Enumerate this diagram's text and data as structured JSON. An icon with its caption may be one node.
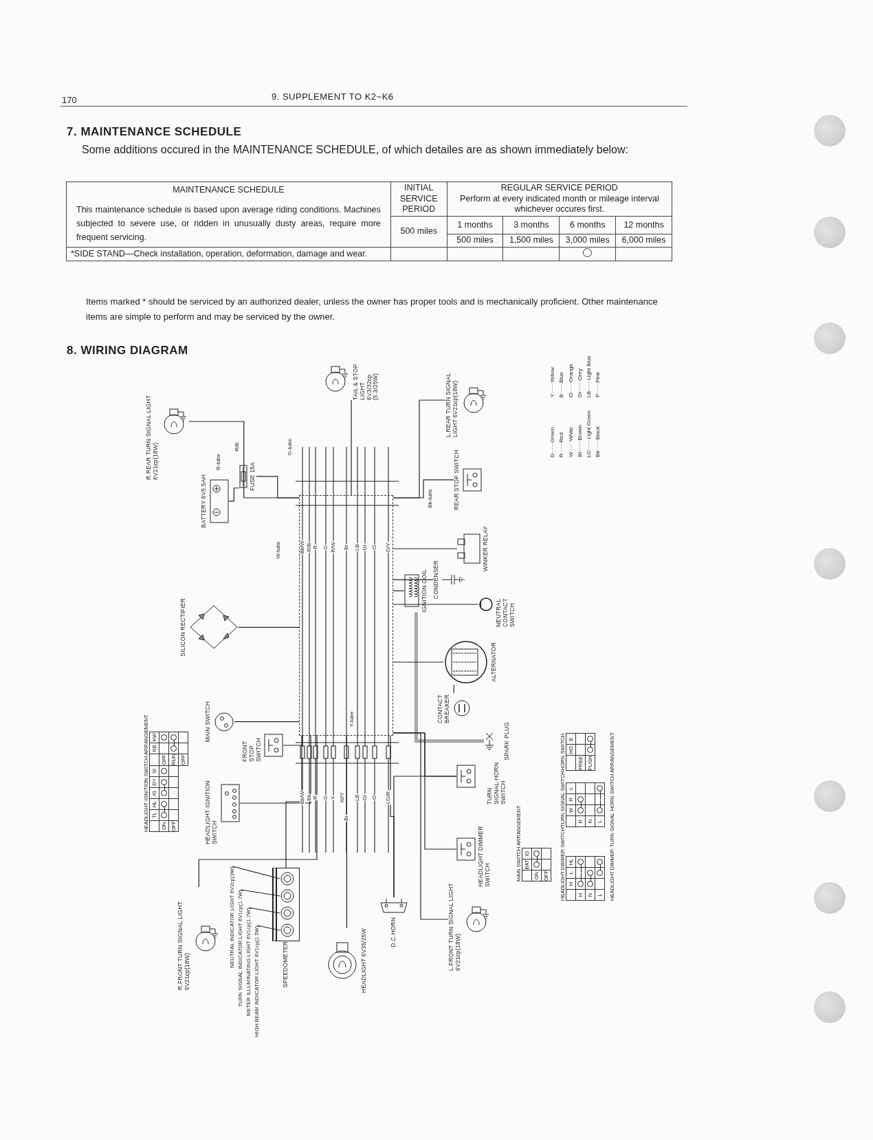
{
  "diagram": {
    "nodes": [
      {
        "text": [
          "R.REAR TURN SIGNAL LIGHT 6V21cp(18W)"
        ]
      },
      {
        "text": [
          "TAIL & STOP LIGHT 6V3/32cp (5.3/25W)"
        ]
      },
      {
        "text": [
          "L.REAR TURN SIGNAL LIGHT 6V21cp(18W)"
        ]
      },
      {
        "text": [
          "BATTERY 6V5.5AH"
        ]
      },
      {
        "text": [
          "FUSE 15A"
        ]
      },
      {
        "text": [
          "REAR STOP SWITCH"
        ]
      },
      {
        "text": [
          "WINKER RELAY"
        ]
      },
      {
        "text": [
          "CONDENSER"
        ]
      },
      {
        "text": [
          "IGNITION COIL"
        ]
      },
      {
        "text": [
          "NEUTRAL CONTACT SWITCH"
        ]
      },
      {
        "text": [
          "SILICON RECTIFIER"
        ]
      },
      {
        "text": [
          "ALTERNATOR"
        ]
      },
      {
        "text": [
          "CONTACT BREAKER"
        ]
      },
      {
        "text": [
          "SPARK PLUG"
        ]
      },
      {
        "text": [
          "MAIN SWITCH"
        ]
      },
      {
        "text": [
          "FRONT STOP SWITCH"
        ]
      },
      {
        "text": [
          "HEADLIGHT·IGNITION SWITCH"
        ]
      },
      {
        "text": [
          "TURN SIGNAL·HORN SWITCH"
        ]
      },
      {
        "text": [
          "HEADLIGHT DIMMER SWITCH"
        ]
      },
      {
        "text": [
          "R.FRONT TURN SIGNAL LIGHT 6V21cp(18W)"
        ]
      },
      {
        "text": [
          "SPEEDOMETER"
        ]
      },
      {
        "text": [],
        "shape": "circle",
        "in": 20
      },
      {
        "text": [],
        "shape": "circle",
        "in": 20
      },
      {
        "text": [],
        "shape": "circle",
        "in": 20
      },
      {
        "text": [],
        "shape": "circle",
        "in": 20
      },
      {
        "text": [
          "NEUTRAL INDICATOR LIGHT 6V2cp(3W)"
        ]
      },
      {
        "text": [
          "TURN SIGNAL INDICATOR LIGHT 6V1cp(1.7W)"
        ]
      },
      {
        "text": [
          "METER ILLUMINATING LIGHT 6V1cp(1.7W)"
        ]
      },
      {
        "text": [
          "HIGH BEAM INDICATOR LIGHT 6V1cp(1.5W)"
        ]
      },
      {
        "text": [
          "D.C.HORN"
        ]
      },
      {
        "text": [
          "HEADLIGHT 6V35/25W"
        ]
      },
      {
        "text": [
          "L.FRONT TURN SIGNAL LIGHT 6V21cp(18W)"
        ]
      },
      {
        "text": [],
        "shape": "bar"
      }
    ],
    "edges": [
      {
        "from": 0,
        "to": 32,
        "arrow": "none"
      },
      {
        "from": 1,
        "to": 32,
        "arrow": "none"
      },
      {
        "from": 2,
        "to": 32,
        "arrow": "none"
      },
      {
        "from": 3,
        "to": 4,
        "arrow": "none"
      },
      {
        "from": 4,
        "to": 32,
        "arrow": "none"
      },
      {
        "from": 5,
        "to": 32,
        "arrow": "none"
      },
      {
        "from": 6,
        "to": 32,
        "arrow": "none"
      },
      {
        "from": 7,
        "to": 32,
        "arrow": "none"
      },
      {
        "from": 8,
        "to": 32,
        "arrow": "none"
      },
      {
        "from": 8,
        "to": 13,
        "arrow": "none",
        "style": "thick",
        "color": "#a8a8a8"
      },
      {
        "from": 9,
        "to": 32,
        "arrow": "none"
      },
      {
        "from": 10,
        "to": 32,
        "arrow": "none"
      },
      {
        "from": 11,
        "to": 32,
        "arrow": "none"
      },
      {
        "from": 12,
        "to": 11,
        "arrow": "none"
      },
      {
        "from": 14,
        "to": 32,
        "arrow": "none"
      },
      {
        "from": 15,
        "to": 32,
        "arrow": "none"
      },
      {
        "from": 16,
        "to": 32,
        "arrow": "none"
      },
      {
        "from": 17,
        "to": 32,
        "arrow": "none"
      },
      {
        "from": 18,
        "to": 32,
        "arrow": "none"
      },
      {
        "from": 19,
        "to": 32,
        "arrow": "none"
      },
      {
        "from": 20,
        "to": 32,
        "arrow": "none"
      },
      {
        "from": 25,
        "to": 21,
        "arrow": "none"
      },
      {
        "from": 26,
        "to": 22,
        "arrow": "none"
      },
      {
        "from": 27,
        "to": 23,
        "arrow": "none"
      },
      {
        "from": 28,
        "to": 24,
        "arrow": "none"
      },
      {
        "from": 29,
        "to": 32,
        "arrow": "none"
      },
      {
        "from": 29,
        "to": 17,
        "arrow": "none"
      },
      {
        "from": 30,
        "to": 32,
        "arrow": "none"
      },
      {
        "from": 31,
        "to": 32,
        "arrow": "none"
      }
    ],
    "labels": [
      "170",
      "9. SUPPLEMENT TO K2~K6",
      "7. MAINTENANCE SCHEDULE",
      "Some additions occured in the MAINTENANCE SCHEDULE, of which detailes are as shown immediately below:",
      "MAINTENANCE SCHEDULE",
      "This maintenance schedule is based upon average riding conditions. Machines subjected to severe use, or ridden in unusually dusty areas, require more frequent servicing.",
      "INITIAL SERVICE PERIOD",
      "REGULAR SERVICE PERIOD",
      "Perform at every indicated month or mileage interval whichever occures first.",
      "500 miles",
      "1 months",
      "3 months",
      "6 months",
      "12 months",
      "500 miles",
      "1,500 miles",
      "3,000 miles",
      "6,000 miles",
      "*SIDE STAND—Check installation, operation, deformation, damage and wear.",
      "Items marked * should be serviced by an authorized dealer, unless the owner has proper tools and is mechanically proficient. Other maintenance items are simple to perform and may be serviced by the owner.",
      "8. WIRING DIAGRAM",
      "G······Green",
      "R······Red",
      "W······White",
      "Br······Brown",
      "LG······Light Green",
      "Bk······Black",
      "Y······Yellow",
      "B······Blue",
      "O······Orange",
      "Gr······Grey",
      "LB······Light Blue",
      "P······Pink",
      "HEADLIGHT·IGNITION SWITCH ARRANGEMENT",
      "TL",
      "HL",
      "IG",
      "DY",
      "SI",
      "KB",
      "KW",
      "ON",
      "OFF",
      "OFF",
      "RUN",
      "OFF",
      "MAIN SWITCH ARRANGEMENT",
      "BAT",
      "IG",
      "ON",
      "OFF",
      "HEADLIGHT DIMMER SWITCH",
      "H",
      "L",
      "HL",
      "H",
      "N",
      "L",
      "TURN SIGNAL SWITCH",
      "W",
      "R",
      "L",
      "R",
      "N",
      "L",
      "HORN SWITCH",
      "HO",
      "E",
      "FREE",
      "PUSH",
      "HEADLIGHT DIMMER·TURN SIGNAL·HORN SWITCH ARRANGEMENT",
      "Bk/W",
      "R/B",
      "R",
      "G",
      "R/W",
      "Br",
      "LB",
      "Gr",
      "O",
      "G/Y",
      "Bk/W",
      "Bk",
      "R",
      "G",
      "Y",
      "W/Y",
      "Br",
      "LB",
      "Gr",
      "O",
      "LG/R",
      "G-tube",
      "R-tube",
      "W-tube",
      "Bk-tube",
      "Y-tube",
      "R/B"
    ]
  }
}
